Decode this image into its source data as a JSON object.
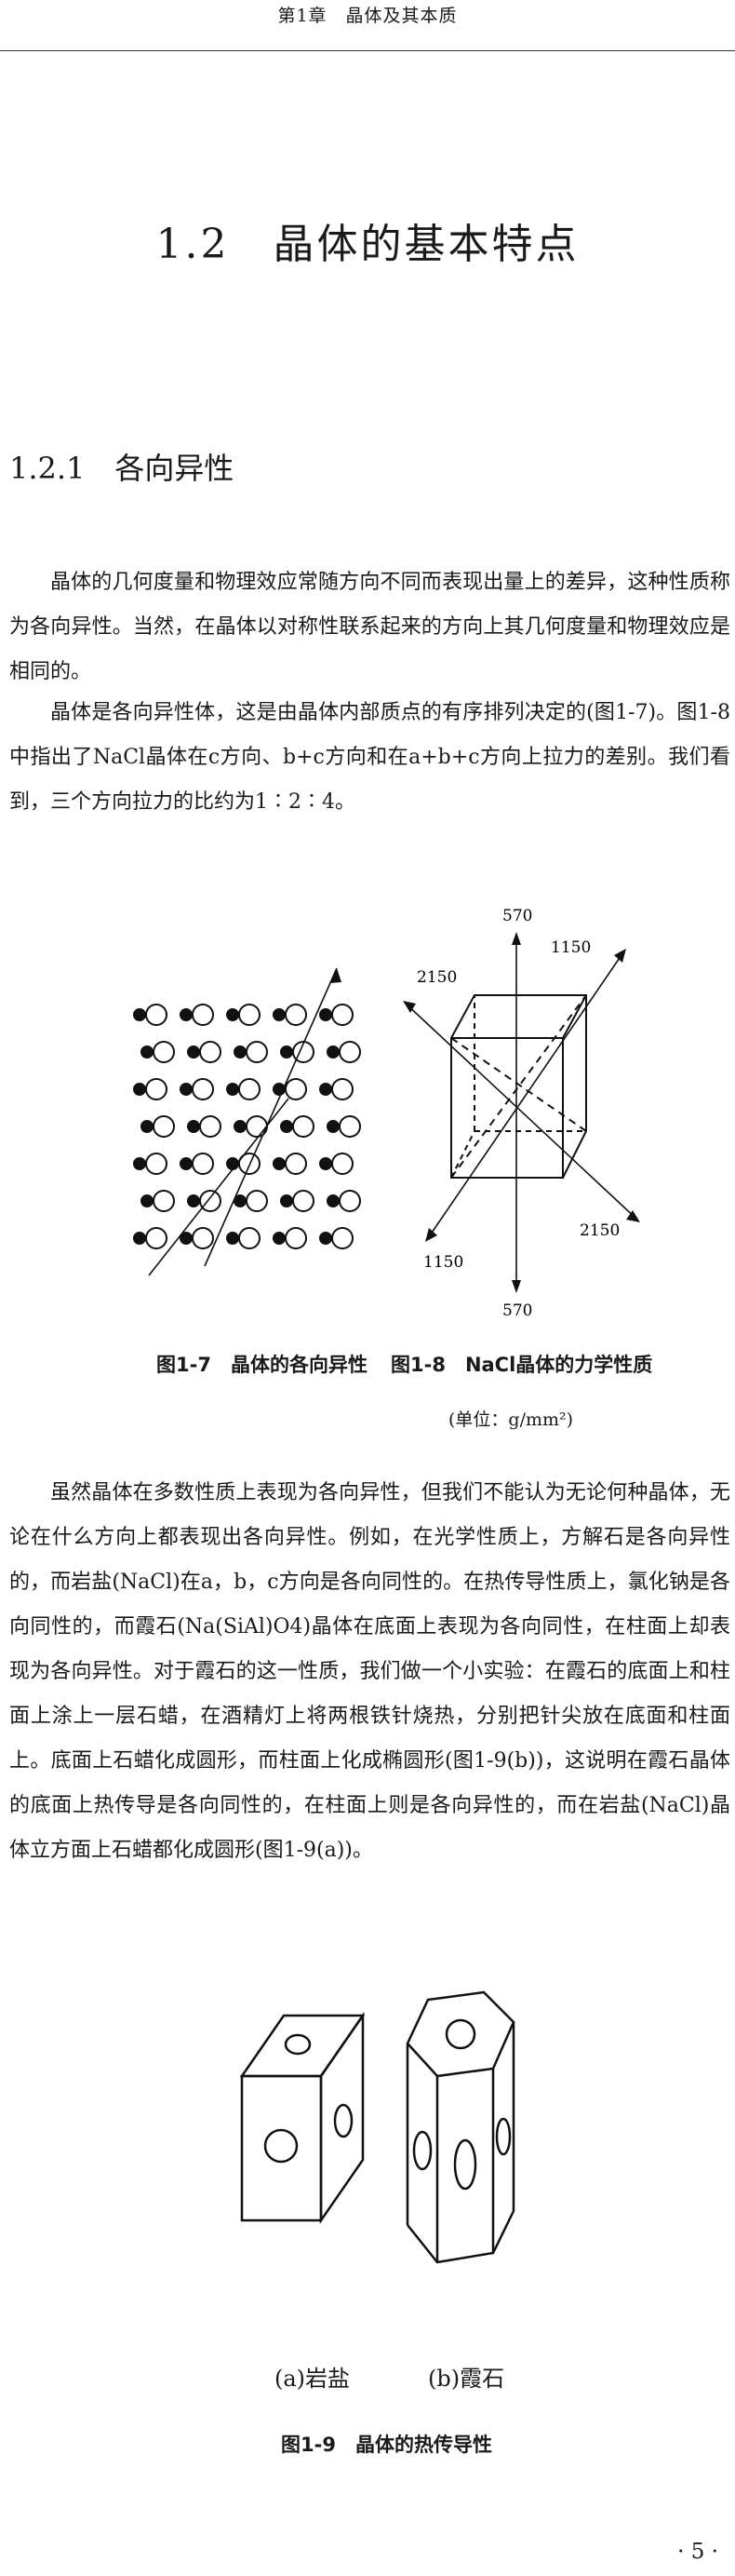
{
  "header": {
    "title": "第1章　晶体及其本质"
  },
  "section": {
    "title": "1.2　晶体的基本特点"
  },
  "subsection": {
    "title": "1.2.1　各向异性"
  },
  "paragraphs": {
    "p1": "晶体的几何度量和物理效应常随方向不同而表现出量上的差异，这种性质称为各向异性。当然，在晶体以对称性联系起来的方向上其几何度量和物理效应是相同的。",
    "p2": "晶体是各向异性体，这是由晶体内部质点的有序排列决定的(图1-7)。图1-8中指出了NaCl晶体在c方向、b+c方向和在a+b+c方向上拉力的差别。我们看到，三个方向拉力的比约为1∶2∶4。",
    "p3": "虽然晶体在多数性质上表现为各向异性，但我们不能认为无论何种晶体，无论在什么方向上都表现出各向异性。例如，在光学性质上，方解石是各向异性的，而岩盐(NaCl)在a，b，c方向是各向同性的。在热传导性质上，氯化钠是各向同性的，而霞石(Na(SiAl)O4)晶体在底面上表现为各向同性，在柱面上却表现为各向异性。对于霞石的这一性质，我们做一个小实验：在霞石的底面上和柱面上涂上一层石蜡，在酒精灯上将两根铁针烧热，分别把针尖放在底面和柱面上。底面上石蜡化成圆形，而柱面上化成椭圆形(图1-9(b))，这说明在霞石晶体的底面上热传导是各向同性的，在柱面上则是各向异性的，而在岩盐(NaCl)晶体立方面上石蜡都化成圆形(图1-9(a))。"
  },
  "figures": {
    "fig17": {
      "caption": "图1-7　晶体的各向异性"
    },
    "fig18": {
      "caption": "图1-8　NaCl晶体的力学性质",
      "unit": "(单位：g/mm²)",
      "labels": {
        "top": "570",
        "bottom": "570",
        "upper_right": "1150",
        "lower_left": "1150",
        "upper_left": "2150",
        "lower_right": "2150"
      }
    },
    "fig19": {
      "caption": "图1-9　晶体的热传导性",
      "label_a": "(a)岩盐",
      "label_b": "(b)霞石"
    }
  },
  "page": {
    "number": "· 5 ·"
  }
}
